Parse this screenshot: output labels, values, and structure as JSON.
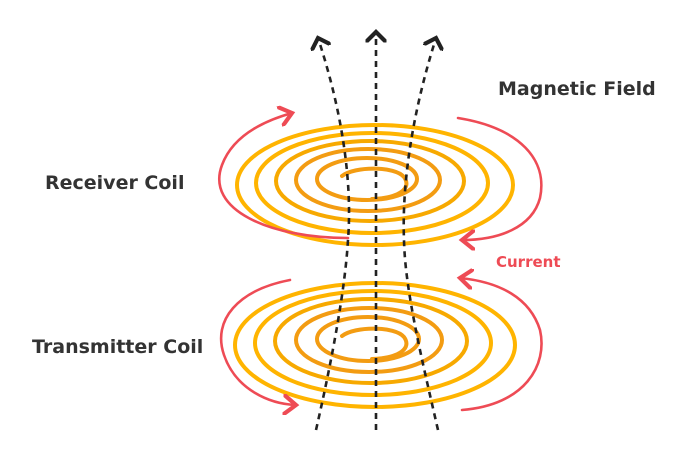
{
  "labels": {
    "magnetic_field": "Magnetic Field",
    "receiver_coil": "Receiver Coil",
    "transmitter_coil": "Transmitter Coil",
    "current": "Current"
  },
  "colors": {
    "coil_outer": "#ffb400",
    "coil_inner": "#f39c12",
    "current_arrow": "#ee4b55",
    "field_line": "#222222",
    "text": "#333333"
  }
}
